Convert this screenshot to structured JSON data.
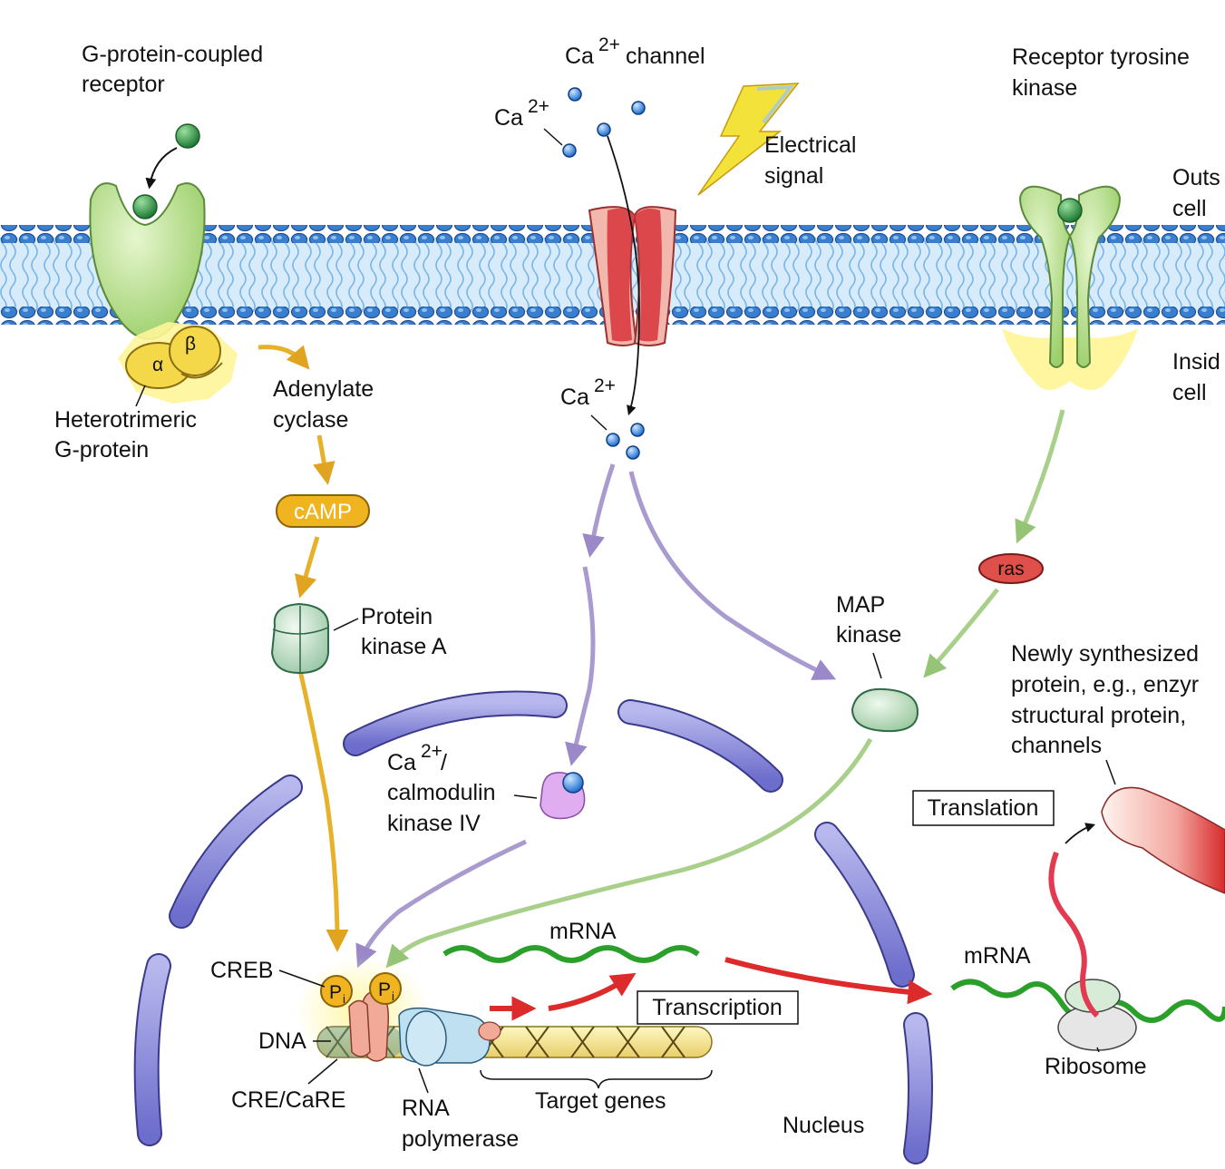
{
  "labels": {
    "gpcr_1": "G-protein-coupled",
    "gpcr_2": "receptor",
    "ca_channel": "channel",
    "ca_prefix": "Ca",
    "ca_sup": "2+",
    "rtk_1": "Receptor tyrosine",
    "rtk_2": "kinase",
    "electrical_1": "Electrical",
    "electrical_2": "signal",
    "outside_1": "Outs",
    "outside_2": "cell",
    "inside_1": "Insid",
    "inside_2": "cell",
    "hetero_1": "Heterotrimeric",
    "hetero_2": "G-protein",
    "alpha": "α",
    "beta": "β",
    "adenylate_1": "Adenylate",
    "adenylate_2": "cyclase",
    "camp": "cAMP",
    "pka_1": "Protein",
    "pka_2": "kinase A",
    "ras": "ras",
    "mapk_1": "MAP",
    "mapk_2": "kinase",
    "newprot_1": "Newly synthesized",
    "newprot_2": "protein, e.g., enzyr",
    "newprot_3": "structural protein,",
    "newprot_4": "channels",
    "camk_slash": "/",
    "camk_2": "calmodulin",
    "camk_3": "kinase IV",
    "translation": "Translation",
    "creb": "CREB",
    "dna": "DNA",
    "cre": "CRE/CaRE",
    "rnapol_1": "RNA",
    "rnapol_2": "polymerase",
    "mrna": "mRNA",
    "transcription": "Transcription",
    "target_genes": "Target genes",
    "nucleus": "Nucleus",
    "ribosome": "Ribosome",
    "pi_p": "P",
    "pi_i": "i"
  },
  "colors": {
    "membrane": "#2f78c8",
    "membrane_light": "#cfe6f8",
    "receptor_green": "#b7dd8a",
    "ligand": "#2f9a4a",
    "channel_red": "#d8323a",
    "channel_pink": "#f3b8b0",
    "gprotein_yellow": "#f4d84a",
    "camp_orange": "#f0b420",
    "pka_green": "#cfe6cf",
    "purple_arrow": "#a99ad0",
    "green_arrow": "#a9d08a",
    "orange_arrow": "#e7b22a",
    "nuclear_envelope": "#7f7fd0",
    "ras_red": "#e0504a",
    "mrna_green": "#2aa02a",
    "red_arrow": "#dd2a2a",
    "ca_ion": "#3a8ae0"
  }
}
